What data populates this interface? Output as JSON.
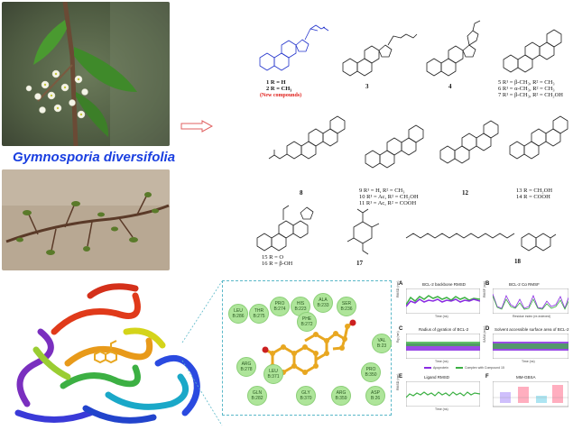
{
  "species_name": "Gymnosporia diversifolia",
  "compounds": {
    "c1_2_caption_line1": "1  R = H",
    "c1_2_caption_line2": "2  R = CH₃",
    "new_compounds": "(New compounds)",
    "c3": "3",
    "c4": "4",
    "c5_line": "5  R¹ = β-CH₃, R² = CH₃",
    "c6_line": "6  R¹ = α-CH₃, R² = CH₃",
    "c7_line": "7  R¹ = β-CH₃, R² = CH₂OH",
    "c8": "8",
    "c9_line": "9  R¹ = H,  R² = CH₃",
    "c10_line": "10  R¹ = Ac, R² = CH₂OH",
    "c11_line": "11  R¹ = Ac, R² = COOH",
    "c12": "12",
    "c13_line": "13  R = CH₂OH",
    "c14_line": "14  R = COOH",
    "c15_line": "15  R = O",
    "c16_line": "16  R = β-OH",
    "c17": "17",
    "c18": "18"
  },
  "residues": [
    {
      "name": "LEU",
      "num": "B:286"
    },
    {
      "name": "THR",
      "num": "B:275"
    },
    {
      "name": "PRO",
      "num": "B:274"
    },
    {
      "name": "HIS",
      "num": "B:223"
    },
    {
      "name": "ALA",
      "num": "B:233"
    },
    {
      "name": "SER",
      "num": "B:236"
    },
    {
      "name": "PHE",
      "num": "B:272"
    },
    {
      "name": "VAL",
      "num": "B:23"
    },
    {
      "name": "ARG",
      "num": "B:278"
    },
    {
      "name": "LEU",
      "num": "B:371"
    },
    {
      "name": "PRO",
      "num": "B:350"
    },
    {
      "name": "GLN",
      "num": "B:282"
    },
    {
      "name": "GLY",
      "num": "B:370"
    },
    {
      "name": "ARG",
      "num": "B:359"
    },
    {
      "name": "ASP",
      "num": "B:26"
    }
  ],
  "md_panels": {
    "A": {
      "letter": "A",
      "title": "BCL-2 backbone RMSD",
      "ylabel": "RMSD (nm)",
      "xlabel": "Time (ns)"
    },
    "B": {
      "letter": "B",
      "title": "BCL-2 Cα RMSF",
      "ylabel": "RMSF (nm)",
      "xlabel": "Residue index (re-indexed)"
    },
    "C": {
      "letter": "C",
      "title": "Radius of gyration of BCL-2",
      "ylabel": "Rg (nm)",
      "xlabel": "Time (ns)"
    },
    "D": {
      "letter": "D",
      "title": "Solvent accessible surface area of BCL-2",
      "ylabel": "SASA (nm²)",
      "xlabel": "Time (ns)"
    },
    "E": {
      "letter": "E",
      "title": "Ligand RMSD",
      "ylabel": "RMSD (nm)",
      "xlabel": "Time (ns)"
    },
    "F": {
      "letter": "F",
      "title": "MM-GBSA",
      "ylabel": "",
      "xlabel": ""
    }
  },
  "legend": {
    "apo": "Apoprotein",
    "complex": "Complex with Compound 15"
  },
  "colors": {
    "species": "#1a3fe0",
    "new_compounds": "#e0201b",
    "highlight_structure": "#2233cc",
    "arrow": "#e06060",
    "residue_fill": "#aee59a",
    "dashed_box": "#5ab8c8",
    "apo_series": "#8a2be2",
    "complex_series": "#3cb043",
    "ligand": "#e8a720"
  }
}
